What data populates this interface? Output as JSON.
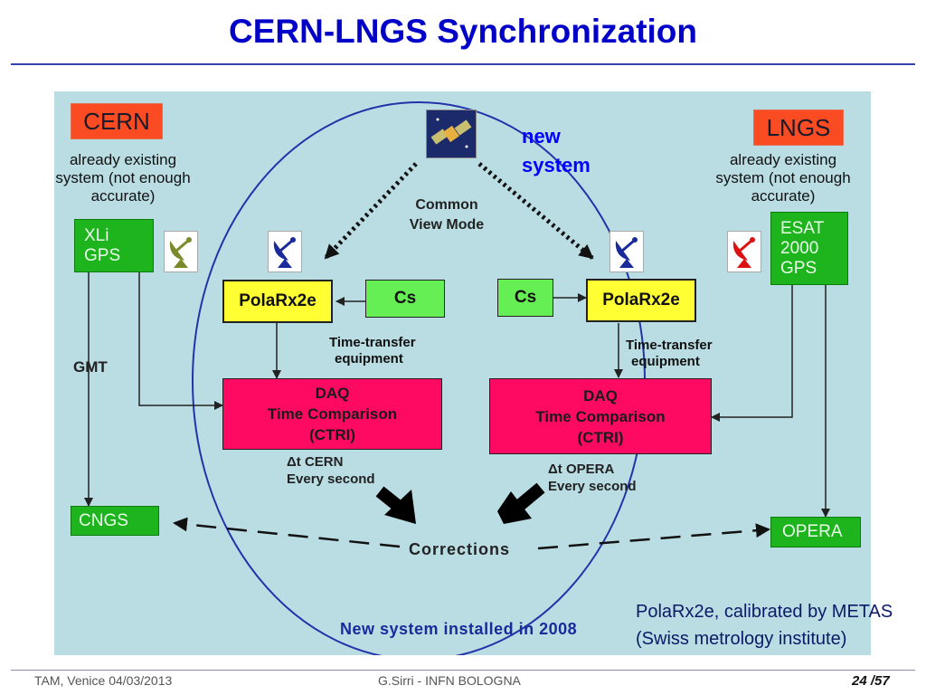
{
  "title": "CERN-LNGS Synchronization",
  "labels": {
    "cern": "CERN",
    "lngs": "LNGS",
    "existing_left_1": "already existing",
    "existing_left_2": "system (not enough",
    "existing_left_3": "accurate)",
    "existing_right_1": "already existing",
    "existing_right_2": "system (not enough",
    "existing_right_3": "accurate)",
    "new_system_1": "new",
    "new_system_2": "system",
    "common_view_1": "Common",
    "common_view_2": "View Mode",
    "xli_1": "XLi",
    "xli_2": "GPS",
    "esat_1": "ESAT",
    "esat_2": "2000",
    "esat_3": "GPS",
    "polarx_left": "PolaRx2e",
    "polarx_right": "PolaRx2e",
    "cs_left": "Cs",
    "cs_right": "Cs",
    "gmt": "GMT",
    "tte_left_1": "Time-transfer",
    "tte_left_2": "equipment",
    "tte_right_1": "Time-transfer",
    "tte_right_2": "equipment",
    "daq_left_1": "DAQ",
    "daq_left_2": "Time Comparison",
    "daq_left_3": "(CTRI)",
    "daq_right_1": "DAQ",
    "daq_right_2": "Time Comparison",
    "daq_right_3": "(CTRI)",
    "dt_cern_1": "Δt CERN",
    "dt_cern_2": "Every second",
    "dt_opera_1": "Δt OPERA",
    "dt_opera_2": "Every second",
    "cngs": "CNGS",
    "opera": "OPERA",
    "corrections": "Corrections",
    "installed": "New system installed in 2008"
  },
  "caption": {
    "line1": "PolaRx2e,  calibrated by METAS",
    "line2": "(Swiss metrology institute)"
  },
  "footer": {
    "left": "TAM, Venice 04/03/2013",
    "center": "G.Sirri - INFN BOLOGNA",
    "page": "24 /57"
  },
  "icons": [
    "satellite-icon",
    "satellite-dish-icon"
  ],
  "colors": {
    "panel": "#b9dde3",
    "title": "#0000c8",
    "org_box": "#fb4b22",
    "gps_box": "#1db41d",
    "receiver": "#ffff33",
    "cs": "#66ee55",
    "daq": "#ff0a62",
    "new_system": "#0000ff",
    "installed": "#1a2a9a"
  }
}
